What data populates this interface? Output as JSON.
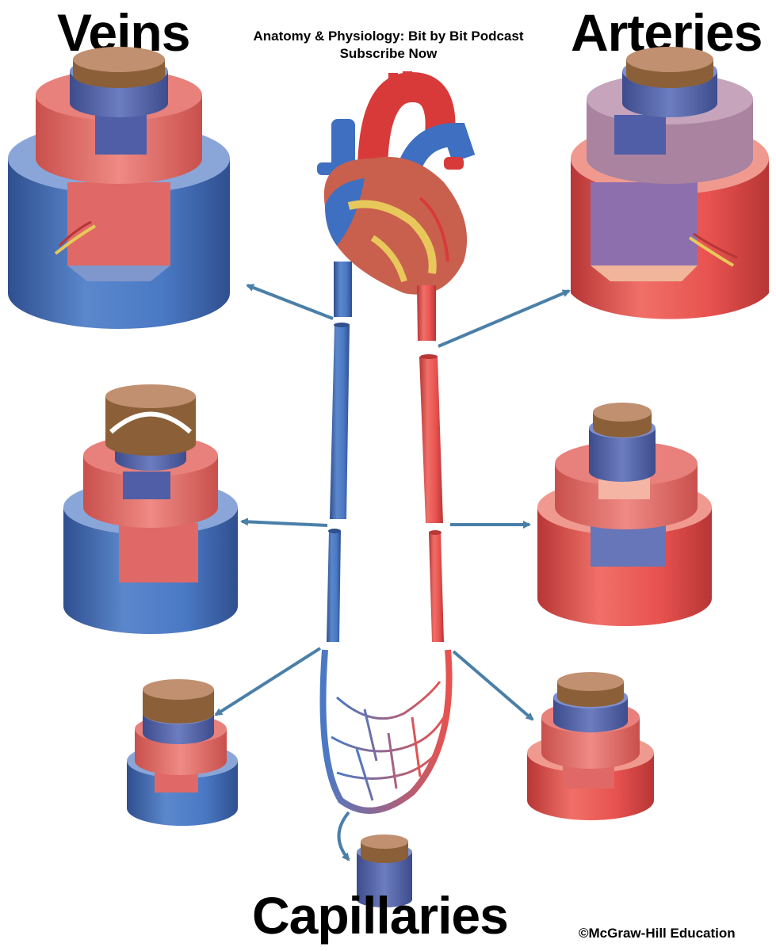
{
  "labels": {
    "veins": "Veins",
    "arteries": "Arteries",
    "capillaries": "Capillaries"
  },
  "header": {
    "podcast_title": "Anatomy & Physiology: Bit by Bit Podcast",
    "cta": "Subscribe Now"
  },
  "footer": {
    "copyright": "©McGraw-Hill Education"
  },
  "colors": {
    "vein_blue": "#4a79c4",
    "vein_blue_dark": "#2f4f8f",
    "artery_red": "#e8524f",
    "artery_red_dark": "#b73636",
    "muscle_pink": "#e57370",
    "intima_blue": "#5464a8",
    "lumen_tan": "#a8794f",
    "arrow_blue": "#4a7fa8",
    "fat_yellow": "#e8c85a"
  }
}
